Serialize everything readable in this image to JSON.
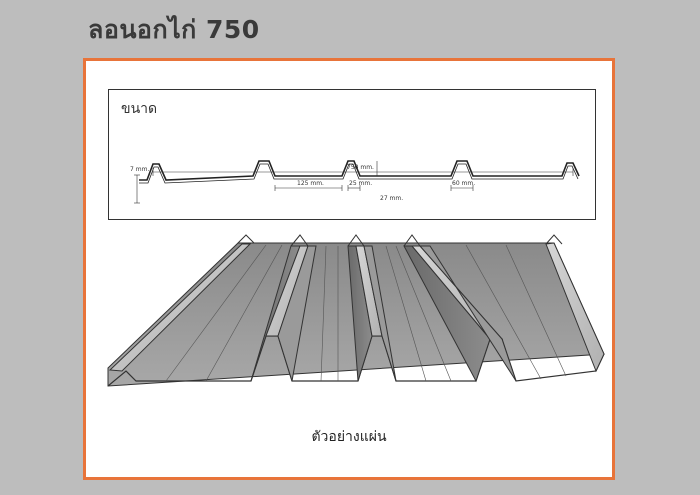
{
  "title": "ลอนอกไก่ 750",
  "spec": {
    "heading": "ขนาด",
    "dimensions": {
      "height": "7 mm.",
      "total_width": "750 mm.",
      "trough_width": "125 mm.",
      "crest_width": "25 mm.",
      "depth": "27 mm.",
      "rib_width": "60 mm."
    }
  },
  "caption": "ตัวอย่างแผ่น",
  "colors": {
    "background": "#bdbdbd",
    "frame_border": "#e8743a",
    "sheet_fill": "#a3a3a3"
  }
}
